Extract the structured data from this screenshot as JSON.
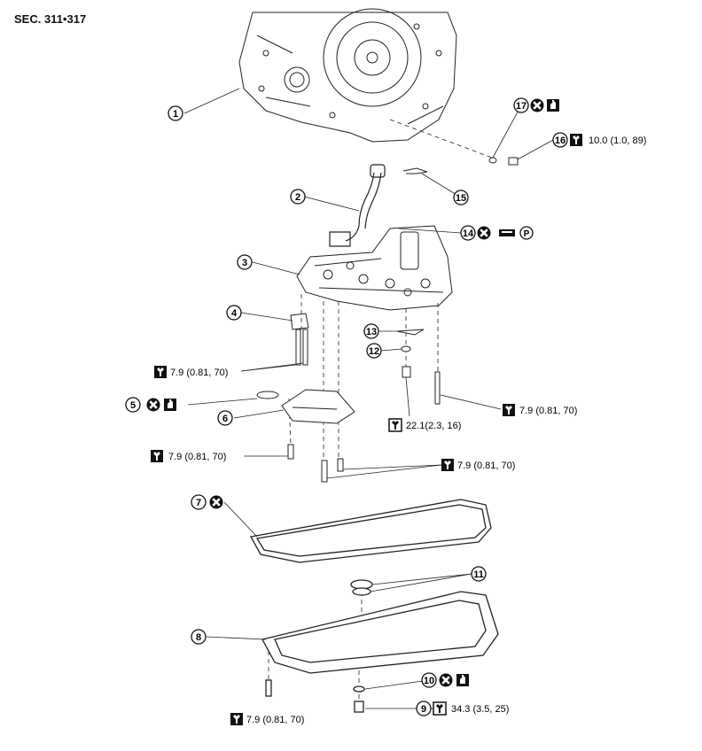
{
  "section": "SEC. 311•317",
  "callouts": [
    "1",
    "2",
    "3",
    "4",
    "5",
    "6",
    "7",
    "8",
    "9",
    "10",
    "11",
    "12",
    "13",
    "14",
    "15",
    "16",
    "17"
  ],
  "torques": {
    "t16": "10.0 (1.0, 89)",
    "t_valve_bolts": "7.9 (0.81, 70)",
    "t_filter_right": "7.9 (0.81, 70)",
    "t_12": "22.1(2.3, 16)",
    "t_filter_left": "7.9 (0.81, 70)",
    "t_valve_lower": "7.9 (0.81, 70)",
    "t_pan": "7.9 (0.81, 70)",
    "t_9": "34.3 (3.5, 25)"
  },
  "icons": [
    "do-not-reuse-icon",
    "apply-fluid-icon",
    "torque-wrench-icon",
    "sealant-icon",
    "petroleum-jelly-icon"
  ]
}
